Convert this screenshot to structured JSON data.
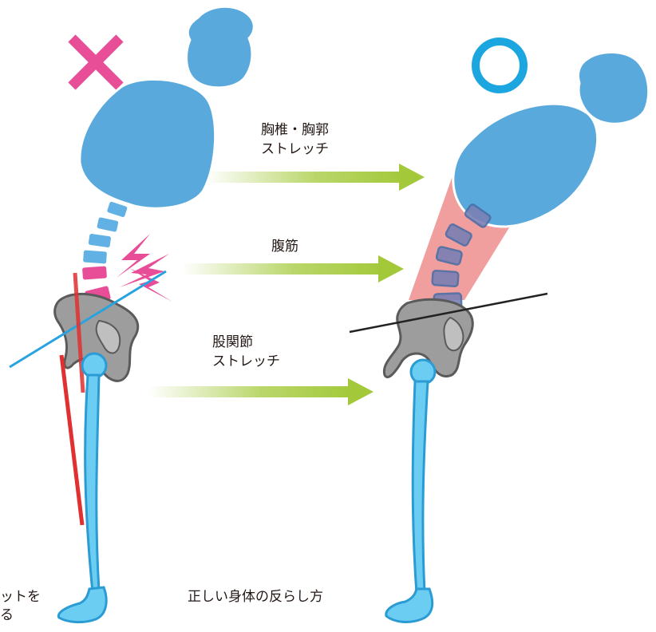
{
  "colors": {
    "body_blue": "#5aa9dc",
    "body_outline": "#ffffff",
    "vertebra_blue": "#62b1e4",
    "vertebra_bad": "#e84d97",
    "pelvis_gray": "#9d9d9d",
    "pelvis_outline": "#5a5a5a",
    "leg_light": "#6ccdf2",
    "leg_outline": "#2b9bd4",
    "wrong_mark": "#e84d97",
    "right_mark": "#1ba6e0",
    "stretch_zone": "#ef8d8d",
    "red_line": "#e03030",
    "cyan_line": "#29a3e0",
    "arrow_green": "#a3c93a",
    "black_line": "#222222"
  },
  "marks": {
    "wrong": {
      "icon": "cross-icon"
    },
    "right": {
      "icon": "circle-icon"
    }
  },
  "labels": {
    "arrow1_line1": "胸椎・胸郭",
    "arrow1_line2": "ストレッチ",
    "arrow2": "腹筋",
    "arrow3_line1": "股関節",
    "arrow3_line2": "ストレッチ",
    "caption_right": "正しい身体の反らし方",
    "caption_left_line1": "ットを",
    "caption_left_line2": "る"
  }
}
